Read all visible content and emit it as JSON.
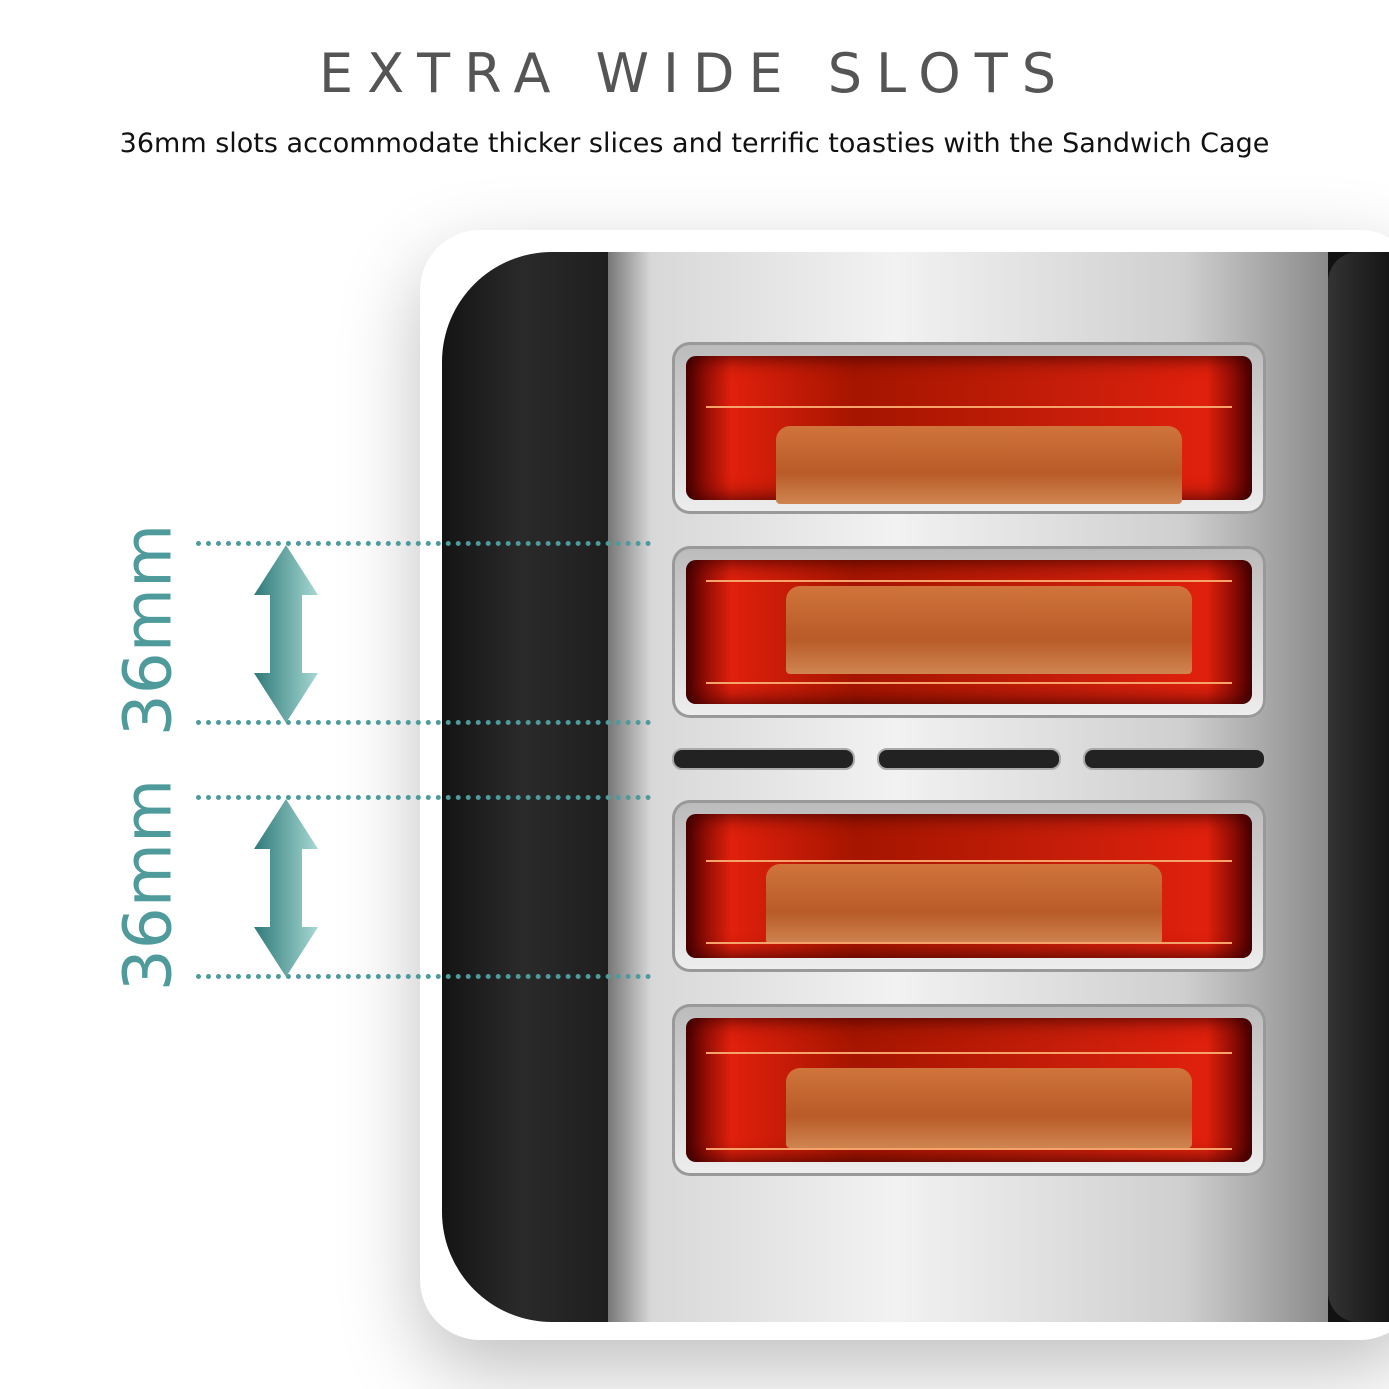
{
  "heading": {
    "title": "EXTRA WIDE SLOTS",
    "subtitle": "36mm slots accommodate thicker slices and terrific toasties with the Sandwich Cage"
  },
  "measurements": [
    {
      "label": "36mm"
    },
    {
      "label": "36mm"
    }
  ],
  "colors": {
    "accent": "#4f9a9a"
  },
  "product": {
    "slots": 4
  }
}
